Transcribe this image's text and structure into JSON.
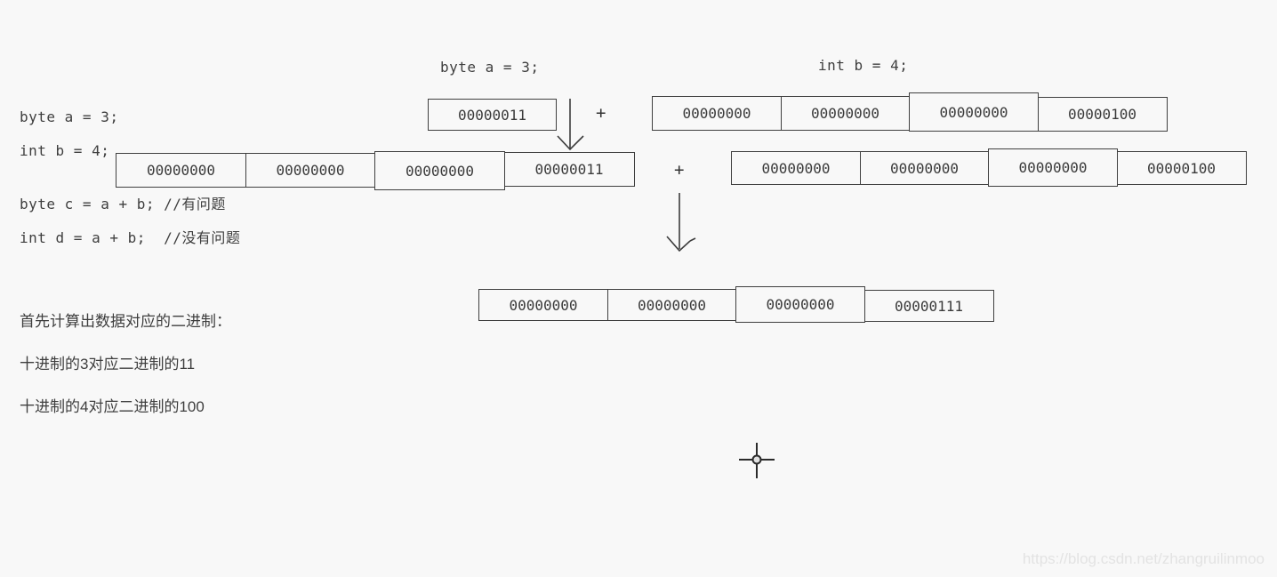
{
  "code_lines": [
    "byte a = 3;",
    "int b = 4;",
    "byte c = a + b; //有问题",
    "int d = a + b;  //没有问题"
  ],
  "explanation": {
    "line1": "首先计算出数据对应的二进制：",
    "line2": "十进制的3对应二进制的11",
    "line3": "十进制的4对应二进制的100"
  },
  "labels": {
    "byte_a": "byte a = 3;",
    "int_b": "int b = 4;",
    "plus_top": "+",
    "plus_middle": "+"
  },
  "byte_a_value": "00000011",
  "rows": {
    "int_b": [
      "00000000",
      "00000000",
      "00000000",
      "00000100"
    ],
    "promoted_a": [
      "00000000",
      "00000000",
      "00000000",
      "00000011"
    ],
    "int_b_2": [
      "00000000",
      "00000000",
      "00000000",
      "00000100"
    ],
    "result": [
      "00000000",
      "00000000",
      "00000000",
      "00000111"
    ]
  },
  "watermark": "https://blog.csdn.net/zhangruilinmoo",
  "colors": {
    "background": "#f8f8f8",
    "stroke": "#3f3f3f",
    "text": "#3e3e3e",
    "watermark": "#e3e3e3"
  }
}
